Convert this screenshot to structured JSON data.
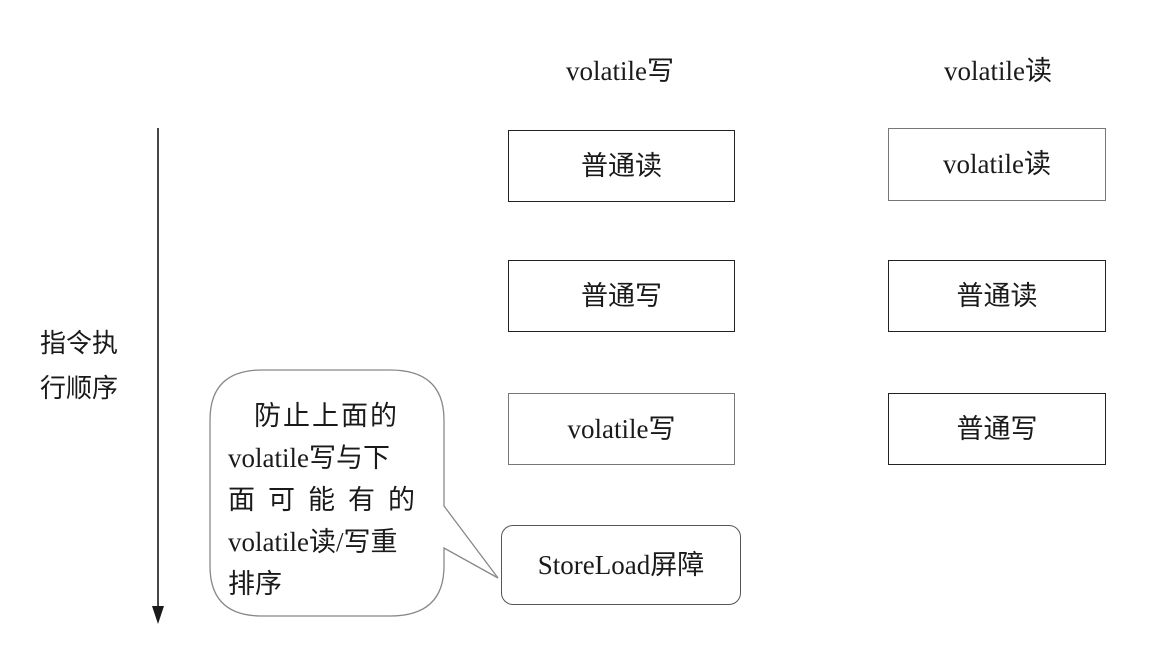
{
  "columns": {
    "write_header": "volatile写",
    "read_header": "volatile读"
  },
  "write_column": {
    "items": [
      "普通读",
      "普通写",
      "volatile写"
    ]
  },
  "read_column": {
    "items": [
      "volatile读",
      "普通读",
      "普通写"
    ]
  },
  "barrier": {
    "label": "StoreLoad屏障"
  },
  "axis": {
    "label_line1": "指令执",
    "label_line2": "行顺序"
  },
  "callout": {
    "lines": [
      "防止上面的",
      "volatile写与下",
      "面可能有的",
      "volatile读/写重",
      "排序"
    ]
  }
}
